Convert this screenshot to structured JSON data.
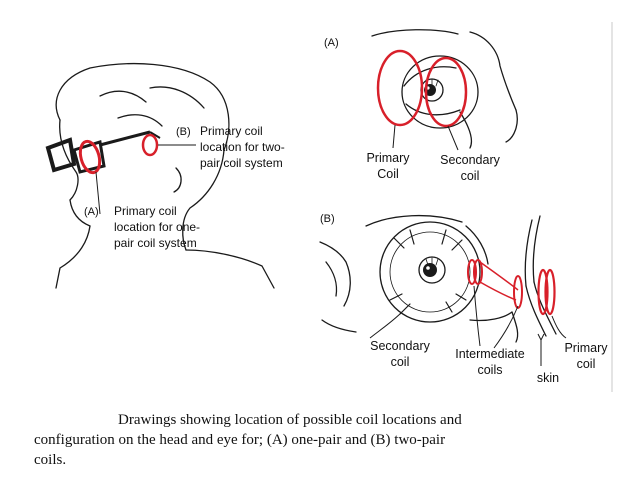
{
  "colors": {
    "ink": "#1a1a1a",
    "coil": "#d8202a",
    "border": "#c8c8c8"
  },
  "panel_a_label": "(A)",
  "panel_b_label": "(B)",
  "left": {
    "b_marker": "(B)",
    "b_lines": [
      "Primary coil",
      "location for two-",
      "pair coil system"
    ],
    "a_marker": "(A)",
    "a_lines": [
      "Primary coil",
      "location for one-",
      "pair coil system"
    ]
  },
  "panel_a": {
    "primary": [
      "Primary",
      "Coil"
    ],
    "secondary": [
      "Secondary",
      "coil"
    ]
  },
  "panel_b": {
    "secondary": [
      "Secondary",
      "coil"
    ],
    "intermediate": [
      "Intermediate",
      "coils"
    ],
    "skin": "skin",
    "primary": [
      "Primary",
      "coil"
    ]
  },
  "caption": {
    "lines": [
      "Drawings showing location of possible coil locations and",
      "configuration on the head and eye for; (A) one-pair and (B) two-pair",
      "coils."
    ]
  }
}
